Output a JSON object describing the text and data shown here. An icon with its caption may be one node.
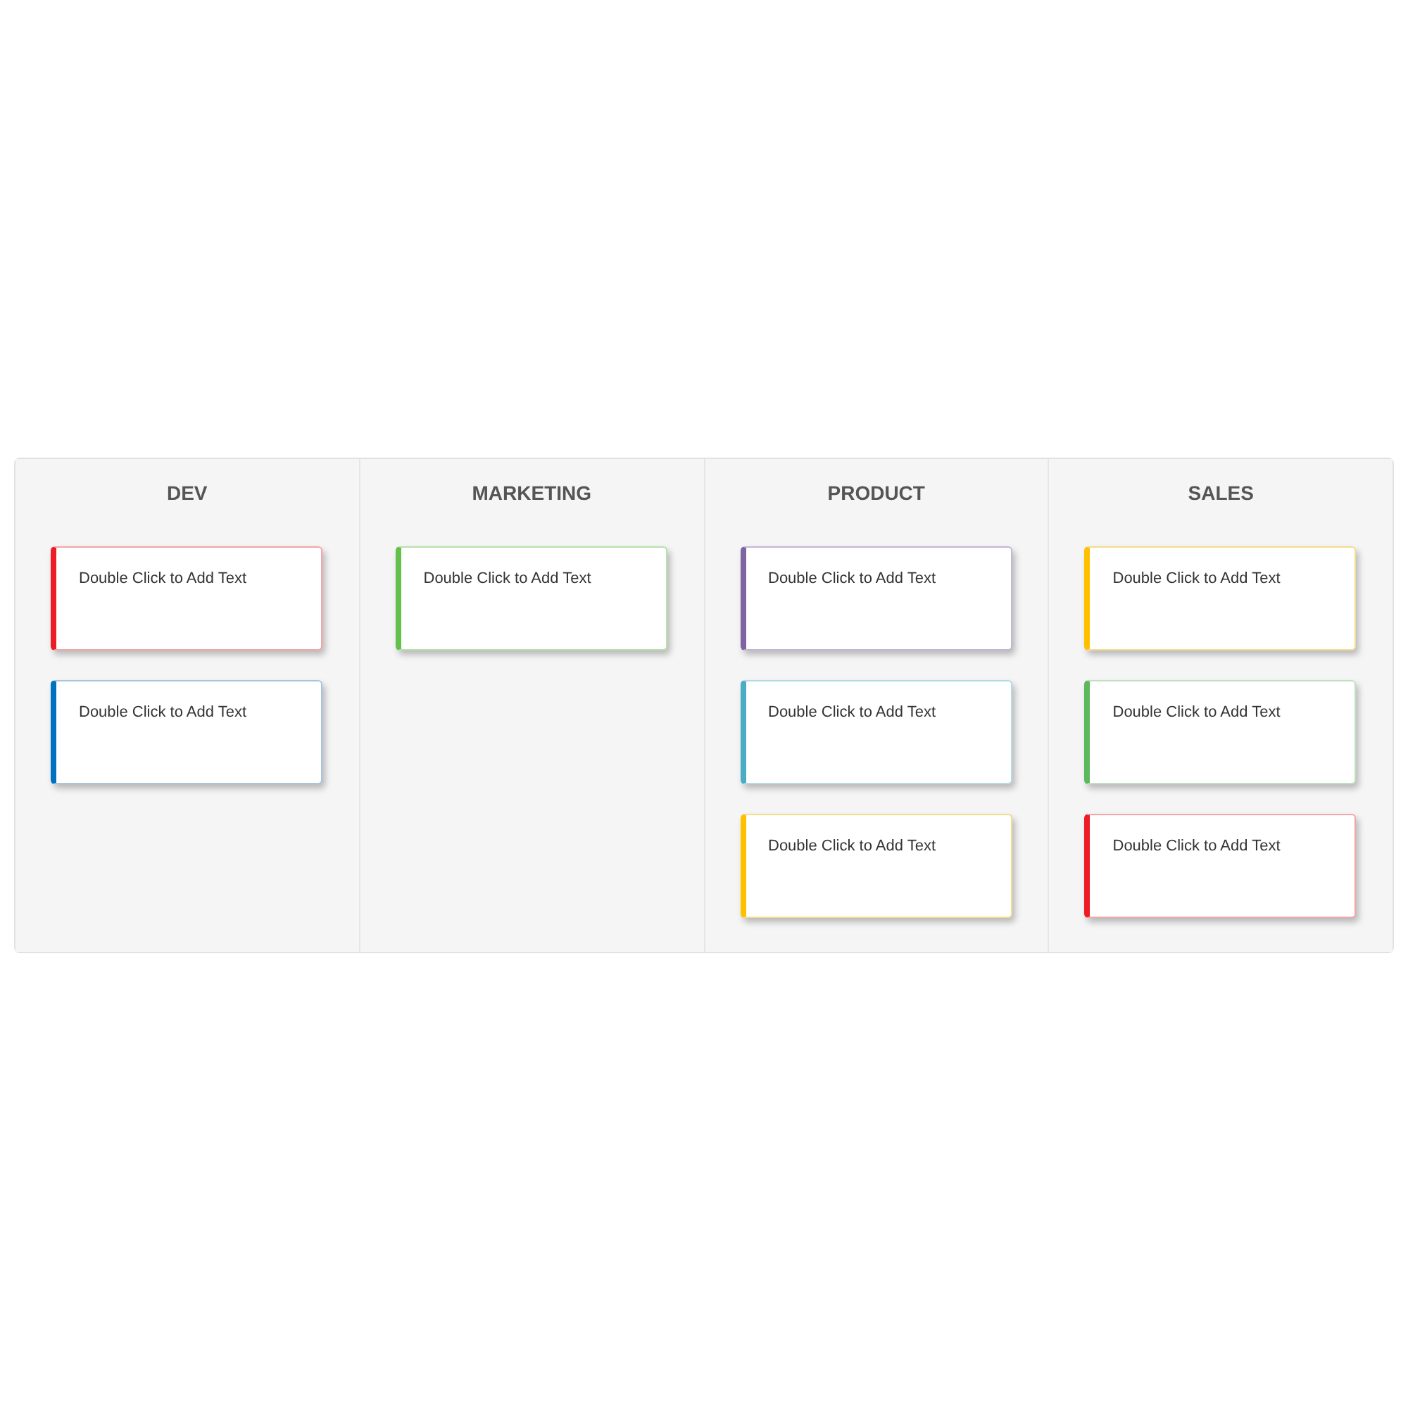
{
  "diagram": {
    "nodes": [
      {
        "text": [
          "DEV"
        ]
      },
      {
        "text": [
          "Double Click to Add Text"
        ],
        "in": 0
      },
      {
        "text": [
          "Double Click to Add Text"
        ],
        "in": 0
      },
      {
        "text": [
          "MARKETING"
        ]
      },
      {
        "text": [
          "Double Click to Add Text"
        ],
        "in": 3
      },
      {
        "text": [
          "PRODUCT"
        ]
      },
      {
        "text": [
          "Double Click to Add Text"
        ],
        "in": 5
      },
      {
        "text": [
          "Double Click to Add Text"
        ],
        "in": 5
      },
      {
        "text": [
          "Double Click to Add Text"
        ],
        "in": 5
      },
      {
        "text": [
          "SALES"
        ]
      },
      {
        "text": [
          "Double Click to Add Text"
        ],
        "in": 9
      },
      {
        "text": [
          "Double Click to Add Text"
        ],
        "in": 9
      },
      {
        "text": [
          "Double Click to Add Text"
        ],
        "in": 9
      }
    ]
  }
}
